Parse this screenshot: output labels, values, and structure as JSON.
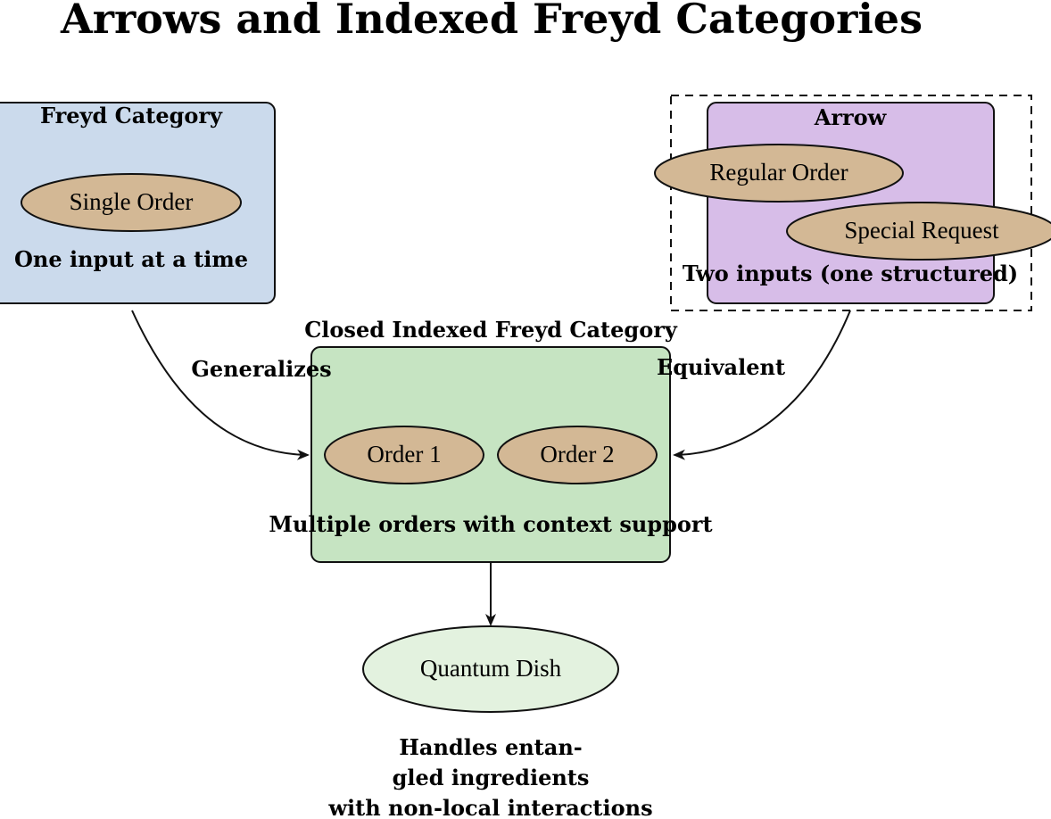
{
  "title": "Arrows and Indexed Freyd Categories",
  "freyd": {
    "header": "Freyd Category",
    "oval": "Single Order",
    "caption": "One input at a time"
  },
  "arrow": {
    "header": "Arrow",
    "oval1": "Regular Order",
    "oval2": "Special Request",
    "caption": "Two inputs (one structured)"
  },
  "closed": {
    "header": "Closed Indexed Freyd Category",
    "oval1": "Order 1",
    "oval2": "Order 2",
    "caption": "Multiple orders with context support"
  },
  "edges": {
    "generalizes": "Generalizes",
    "equivalent": "Equivalent"
  },
  "result": {
    "oval": "Quantum Dish",
    "caption_lines": [
      "Handles entan-",
      "gled ingredients",
      "with non-local interactions"
    ]
  },
  "colors": {
    "freyd_fill": "#cbdaec",
    "arrow_fill": "#d7bde8",
    "closed_fill": "#c6e4c2",
    "oval_fill": "#d3b895",
    "result_fill": "#e3f2df"
  }
}
